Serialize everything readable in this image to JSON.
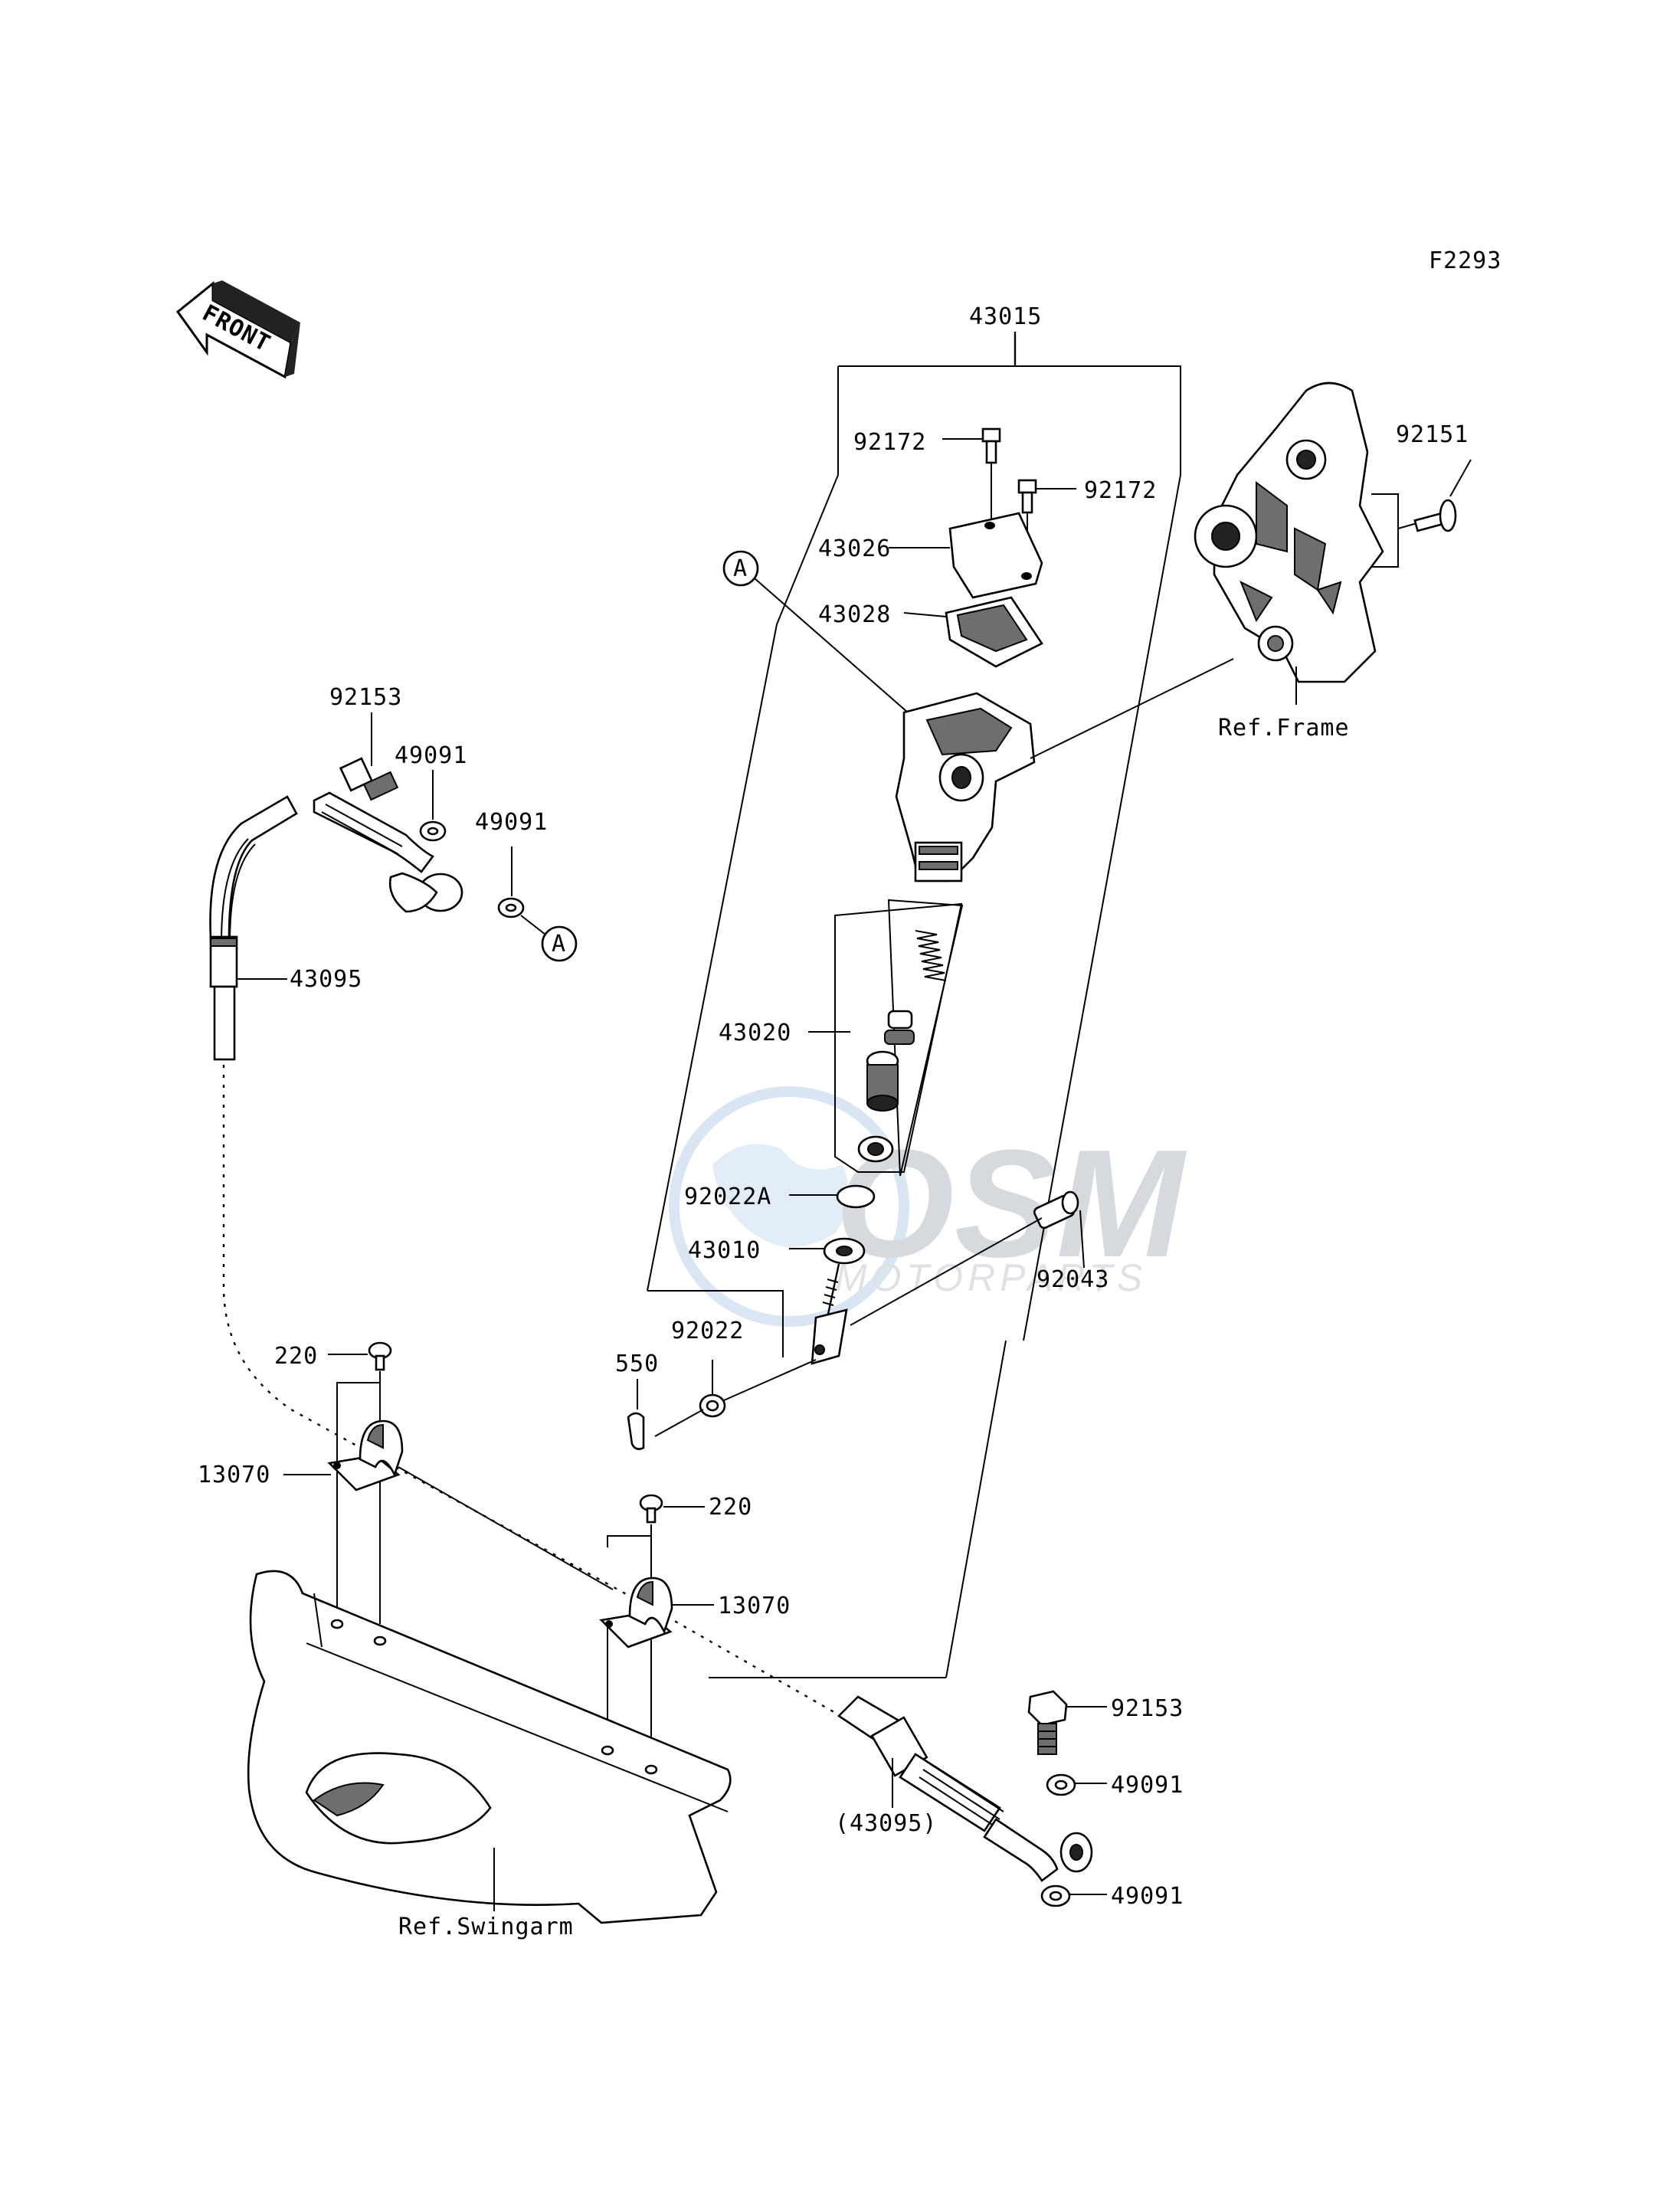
{
  "figure_code": "F2293",
  "front_label": "FRONT",
  "ref_labels": {
    "frame": "Ref.Frame",
    "swingarm": "Ref.Swingarm"
  },
  "callout_letter": "A",
  "watermark": {
    "brand": "OSM",
    "subtitle": "MOTORPARTS"
  },
  "parts": [
    {
      "id": "p43015",
      "number": "43015"
    },
    {
      "id": "p92172a",
      "number": "92172"
    },
    {
      "id": "p92172b",
      "number": "92172"
    },
    {
      "id": "p43026",
      "number": "43026"
    },
    {
      "id": "p43028",
      "number": "43028"
    },
    {
      "id": "p92151",
      "number": "92151"
    },
    {
      "id": "p92153a",
      "number": "92153"
    },
    {
      "id": "p49091a",
      "number": "49091"
    },
    {
      "id": "p49091b",
      "number": "49091"
    },
    {
      "id": "p43095",
      "number": "43095"
    },
    {
      "id": "p43020",
      "number": "43020"
    },
    {
      "id": "p92022A",
      "number": "92022A"
    },
    {
      "id": "p43010",
      "number": "43010"
    },
    {
      "id": "p92043",
      "number": "92043"
    },
    {
      "id": "p92022",
      "number": "92022"
    },
    {
      "id": "p550",
      "number": "550"
    },
    {
      "id": "p220a",
      "number": "220"
    },
    {
      "id": "p13070a",
      "number": "13070"
    },
    {
      "id": "p220b",
      "number": "220"
    },
    {
      "id": "p13070b",
      "number": "13070"
    },
    {
      "id": "p92153b",
      "number": "92153"
    },
    {
      "id": "p49091c",
      "number": "49091"
    },
    {
      "id": "p43095b",
      "number": "(43095)"
    },
    {
      "id": "p49091d",
      "number": "49091"
    }
  ]
}
